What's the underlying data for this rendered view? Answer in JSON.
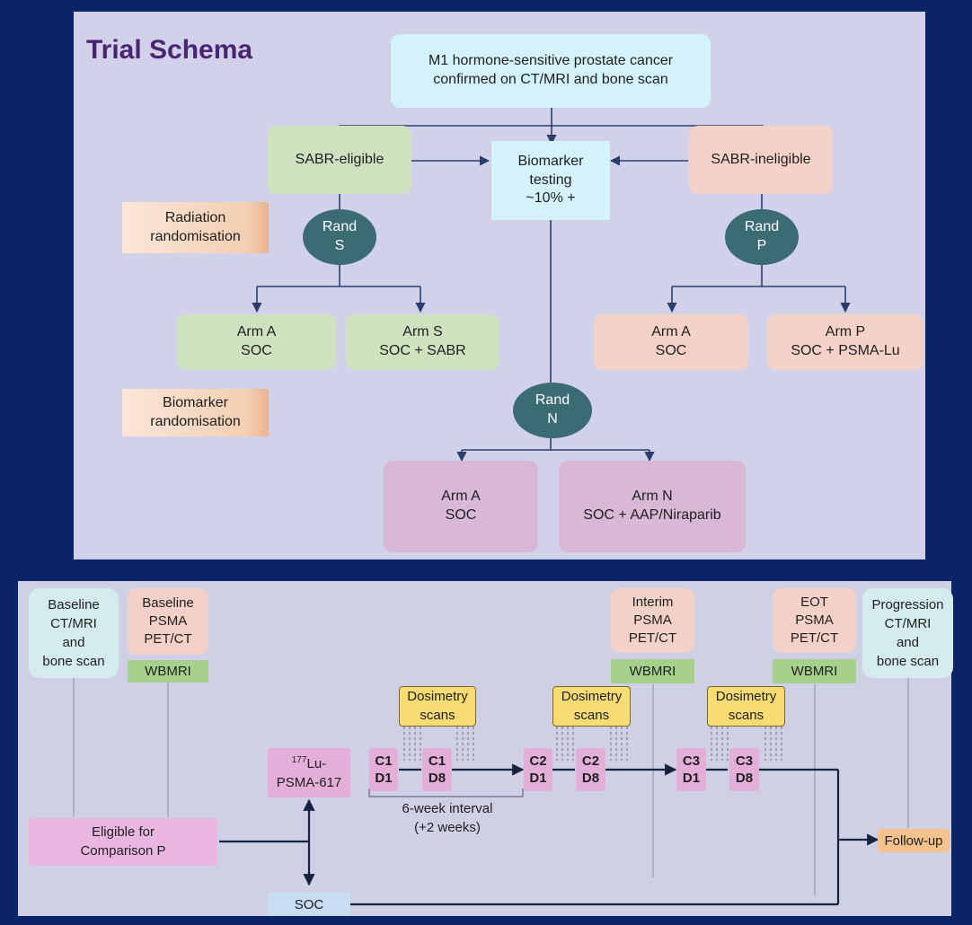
{
  "top": {
    "title": "Trial Schema",
    "population": "M1 hormone-sensitive prostate cancer\nconfirmed on CT/MRI and bone scan",
    "sabr_eligible": "SABR-eligible",
    "sabr_ineligible": "SABR-ineligible",
    "biomarker": "Biomarker\ntesting\n~10% +",
    "radiation_randomisation": "Radiation\nrandomisation",
    "biomarker_randomisation": "Biomarker\nrandomisation",
    "rand_s": "Rand\nS",
    "rand_p": "Rand\nP",
    "rand_n": "Rand\nN",
    "arm_a_s": "Arm A\nSOC",
    "arm_s": "Arm S\nSOC + SABR",
    "arm_a_p": "Arm A\nSOC",
    "arm_p": "Arm P\nSOC + PSMA-Lu",
    "arm_a_n": "Arm A\nSOC",
    "arm_n": "Arm N\nSOC + AAP/Niraparib"
  },
  "bottom": {
    "baseline_ct": "Baseline\nCT/MRI\nand\nbone scan",
    "baseline_psma": "Baseline\nPSMA\nPET/CT",
    "interim_psma": "Interim\nPSMA\nPET/CT",
    "eot_psma": "EOT\nPSMA\nPET/CT",
    "progression": "Progression\nCT/MRI\nand\nbone scan",
    "wbmri": "WBMRI",
    "dosimetry": "Dosimetry\nscans",
    "lu_sup": "177",
    "lu_rest": "Lu-",
    "lu_line2": "PSMA-617",
    "c1d1": "C1\nD1",
    "c1d8": "C1\nD8",
    "c2d1": "C2\nD1",
    "c2d8": "C2\nD8",
    "c3d1": "C3\nD1",
    "c3d8": "C3\nD8",
    "interval": "6-week interval\n(+2 weeks)",
    "eligible": "Eligible for\nComparison P",
    "soc": "SOC",
    "followup": "Follow-up"
  }
}
